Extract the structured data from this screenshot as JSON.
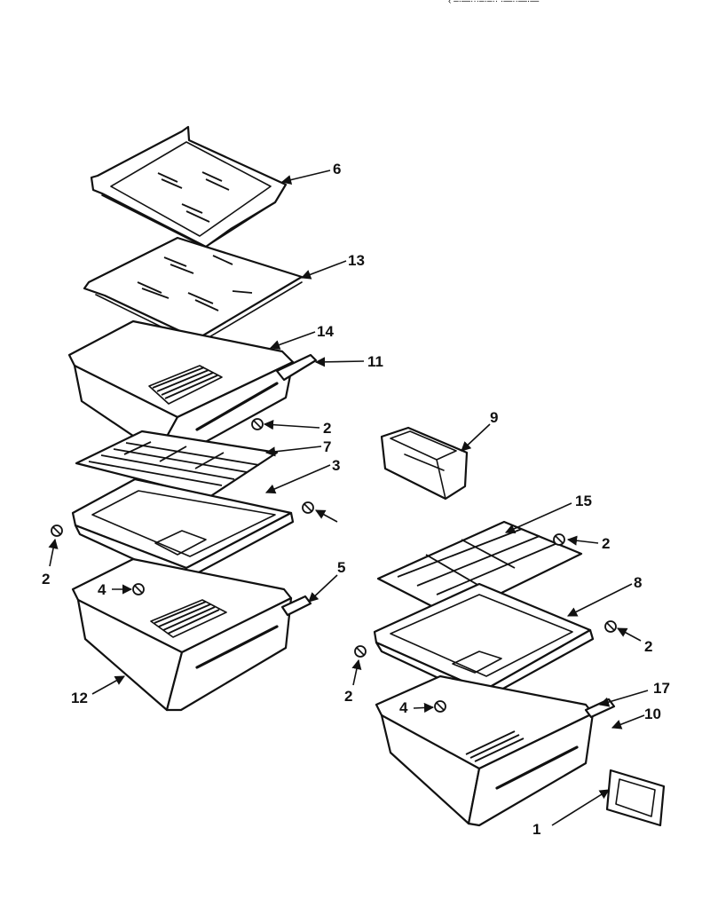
{
  "header": {
    "cropped_text": "‹ –·—···–·–·· ·—··—·—"
  },
  "callouts": [
    {
      "id": "c6a",
      "label": "6"
    },
    {
      "id": "c13",
      "label": "13"
    },
    {
      "id": "c14",
      "label": "14"
    },
    {
      "id": "c11",
      "label": "11"
    },
    {
      "id": "c2a",
      "label": "2"
    },
    {
      "id": "c7",
      "label": "7"
    },
    {
      "id": "c3",
      "label": "3"
    },
    {
      "id": "c2b",
      "label": "2"
    },
    {
      "id": "c5",
      "label": "5"
    },
    {
      "id": "c4a",
      "label": "4"
    },
    {
      "id": "c12",
      "label": "12"
    },
    {
      "id": "c9",
      "label": "9"
    },
    {
      "id": "c15",
      "label": "15"
    },
    {
      "id": "c2c",
      "label": "2"
    },
    {
      "id": "c8",
      "label": "8"
    },
    {
      "id": "c2d",
      "label": "2"
    },
    {
      "id": "c2e",
      "label": "2"
    },
    {
      "id": "c17",
      "label": "17"
    },
    {
      "id": "c4b",
      "label": "4"
    },
    {
      "id": "c10",
      "label": "10"
    },
    {
      "id": "c1",
      "label": "1"
    }
  ]
}
